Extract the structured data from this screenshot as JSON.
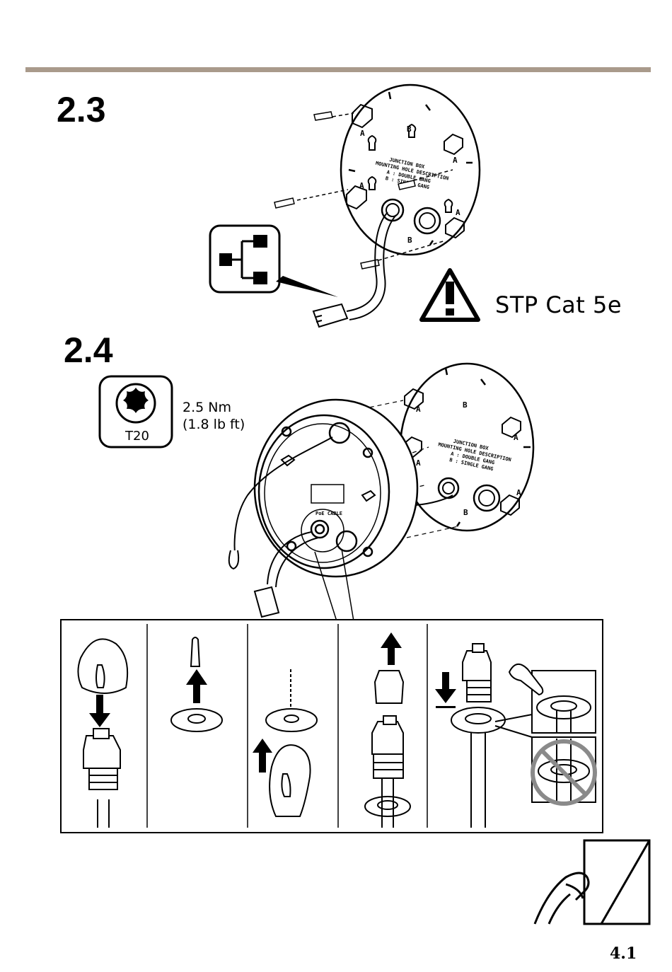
{
  "colors": {
    "divider": "#a99a8b",
    "ink": "#000000",
    "grey_prohibit": "#8a8a8a"
  },
  "step_2_3": {
    "number": "2.3",
    "cable_type": "STP Cat 5e",
    "plate_text": [
      "JUNCTION BOX",
      "MOUNTING HOLE DESCRIPTION",
      "A : DOUBLE GANG",
      "B : SINGLE GANG"
    ],
    "hole_letters": [
      "A",
      "B"
    ],
    "icons": [
      "network-icon",
      "warning-icon"
    ]
  },
  "step_2_4": {
    "number": "2.4",
    "torque": "2.5 Nm",
    "torque_imperial": "(1.8 lb ft)",
    "tool": "T20",
    "plate_text": [
      "JUNCTION BOX",
      "MOUNTING HOLE DESCRIPTION",
      "A : DOUBLE GANG",
      "B : SINGLE GANG"
    ],
    "base_text": [
      "PoE CABLE"
    ],
    "hole_letters": [
      "A",
      "B"
    ]
  },
  "detail_panels": [
    {
      "step": "remove-boot",
      "icon": "arrow-down-icon"
    },
    {
      "step": "remove-plug",
      "icon": "arrow-up-icon"
    },
    {
      "step": "slide-grommet",
      "icon": "arrow-up-icon"
    },
    {
      "step": "remove-cover",
      "icon": "arrow-up-icon"
    },
    {
      "step": "seat-grommet",
      "icon": "arrow-down-icon"
    }
  ],
  "reference": {
    "label": "4.1"
  }
}
